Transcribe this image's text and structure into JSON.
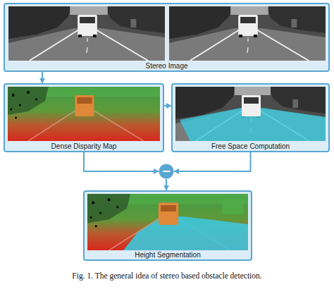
{
  "diagram": {
    "caption": "Fig. 1. The general idea of stereo based obstacle detection.",
    "nodes": [
      {
        "text": [
          "Stereo Image"
        ]
      },
      {
        "text": [
          "Dense Disparity Map"
        ]
      },
      {
        "text": [
          "Free Space Computation"
        ]
      },
      {
        "text": [
          "−"
        ]
      },
      {
        "text": [
          "Height Segmentation"
        ]
      }
    ],
    "edges": [
      {
        "from": 0,
        "to": 1,
        "arrow": "to"
      },
      {
        "from": 1,
        "to": 2,
        "arrow": "to"
      },
      {
        "from": 1,
        "to": 3,
        "arrow": "to"
      },
      {
        "from": 2,
        "to": 3,
        "arrow": "to"
      },
      {
        "from": 3,
        "to": 4,
        "arrow": "to"
      }
    ]
  }
}
